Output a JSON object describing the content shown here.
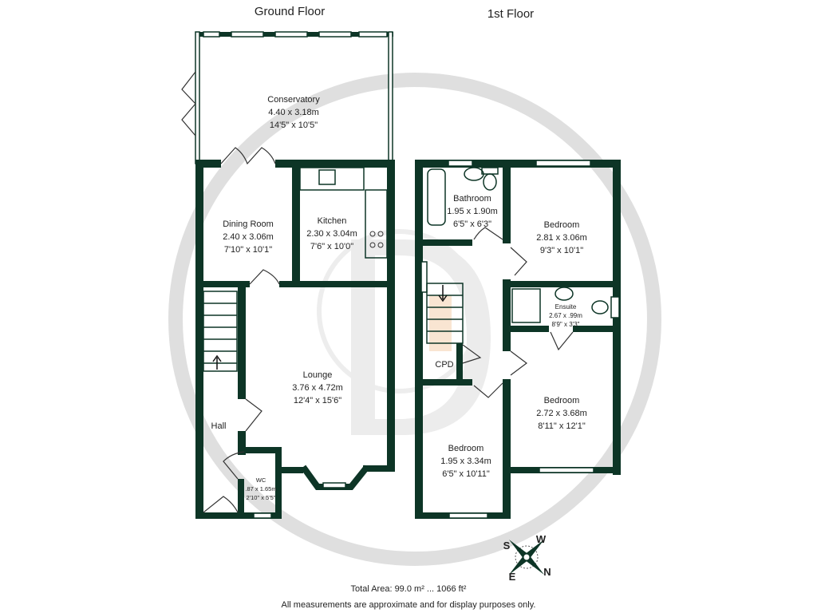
{
  "floors": [
    {
      "title": "Ground Floor",
      "rooms": [
        {
          "name": "Conservatory",
          "metric": "4.40 x 3.18m",
          "imperial": "14'5\" x 10'5\""
        },
        {
          "name": "Dining Room",
          "metric": "2.40 x 3.06m",
          "imperial": "7'10\" x 10'1\""
        },
        {
          "name": "Kitchen",
          "metric": "2.30 x 3.04m",
          "imperial": "7'6\" x 10'0\""
        },
        {
          "name": "Lounge",
          "metric": "3.76 x 4.72m",
          "imperial": "12'4\" x 15'6\""
        },
        {
          "name": "Hall"
        },
        {
          "name": "WC",
          "metric": ".87 x 1.65m",
          "imperial": "2'10\" x 5'5\""
        }
      ]
    },
    {
      "title": "1st Floor",
      "rooms": [
        {
          "name": "Bathroom",
          "metric": "1.95 x 1.90m",
          "imperial": "6'5\" x 6'3\""
        },
        {
          "name": "Bedroom",
          "metric": "2.81 x 3.06m",
          "imperial": "9'3\" x 10'1\""
        },
        {
          "name": "Ensuite",
          "metric": "2.67 x .99m",
          "imperial": "8'9\" x 3'3\""
        },
        {
          "name": "Bedroom",
          "metric": "2.72 x 3.68m",
          "imperial": "8'11\" x 12'1\""
        },
        {
          "name": "Bedroom",
          "metric": "1.95 x 3.34m",
          "imperial": "6'5\" x 10'11\""
        },
        {
          "name": "CPD"
        }
      ]
    }
  ],
  "compass": {
    "n": "N",
    "s": "S",
    "e": "E",
    "w": "W"
  },
  "footer": {
    "total_area": "Total Area: 99.0 m² ... 1066 ft²",
    "disclaimer": "All measurements are approximate and for display purposes only."
  },
  "colors": {
    "walls": "#0d3526",
    "watermark": "#d9d9d9"
  }
}
